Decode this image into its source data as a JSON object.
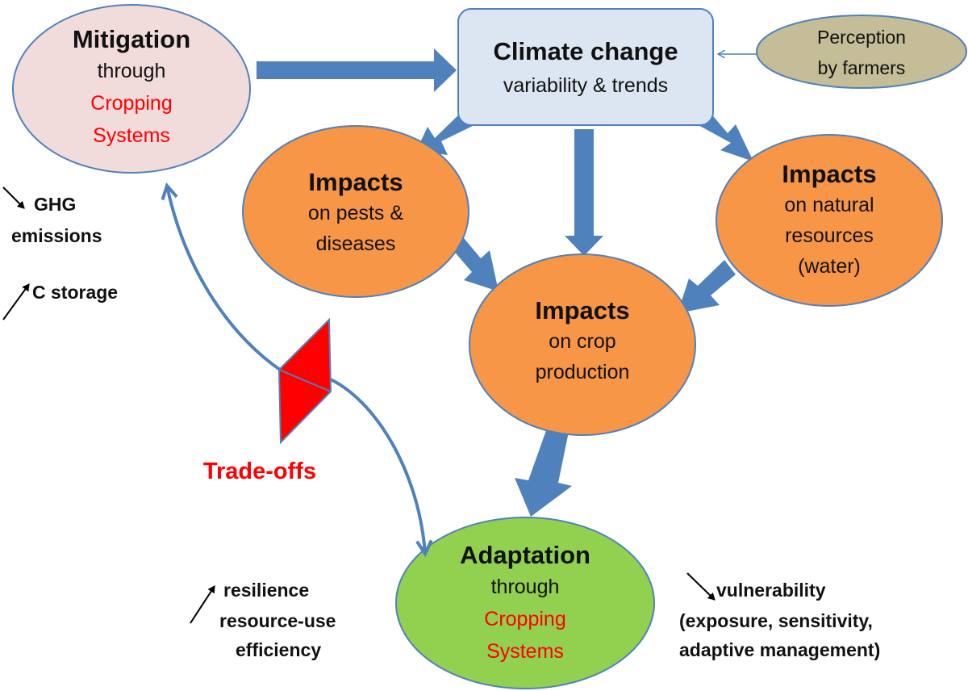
{
  "colors": {
    "arrow_blue": "#4f81bd",
    "climate_fill": "#dce6f2",
    "mitigation_fill": "#f2dcdb",
    "perception_fill": "#c4bd97",
    "impacts_fill": "#f79646",
    "adaptation_fill": "#92d050",
    "tradeoff_red": "#ff0000"
  },
  "climate": {
    "title": "Climate change",
    "subtitle": "variability & trends"
  },
  "perception": {
    "line1": "Perception",
    "line2": "by farmers"
  },
  "mitigation": {
    "title": "Mitigation",
    "line2": "through",
    "line3": "Cropping",
    "line4": "Systems"
  },
  "impacts_pests": {
    "title": "Impacts",
    "line2": "on pests &",
    "line3": "diseases"
  },
  "impacts_natural": {
    "title": "Impacts",
    "line2": "on natural",
    "line3": "resources",
    "line4": "(water)"
  },
  "impacts_crop": {
    "title": "Impacts",
    "line2": "on crop",
    "line3": "production"
  },
  "adaptation": {
    "title": "Adaptation",
    "line2": "through",
    "line3": "Cropping",
    "line4": "Systems"
  },
  "tradeoffs": {
    "label": "Trade-offs"
  },
  "mitigation_effects": {
    "ghg_line1": "GHG",
    "ghg_line2": "emissions",
    "c_storage": "C storage",
    "ghg_direction": "decrease",
    "c_storage_direction": "increase"
  },
  "adaptation_effects_left": {
    "line1": "resilience",
    "line2": "resource-use",
    "line3": "efficiency",
    "direction": "increase"
  },
  "adaptation_effects_right": {
    "line1": "vulnerability",
    "line2": "(exposure, sensitivity,",
    "line3": "adaptive management)",
    "direction": "decrease"
  }
}
